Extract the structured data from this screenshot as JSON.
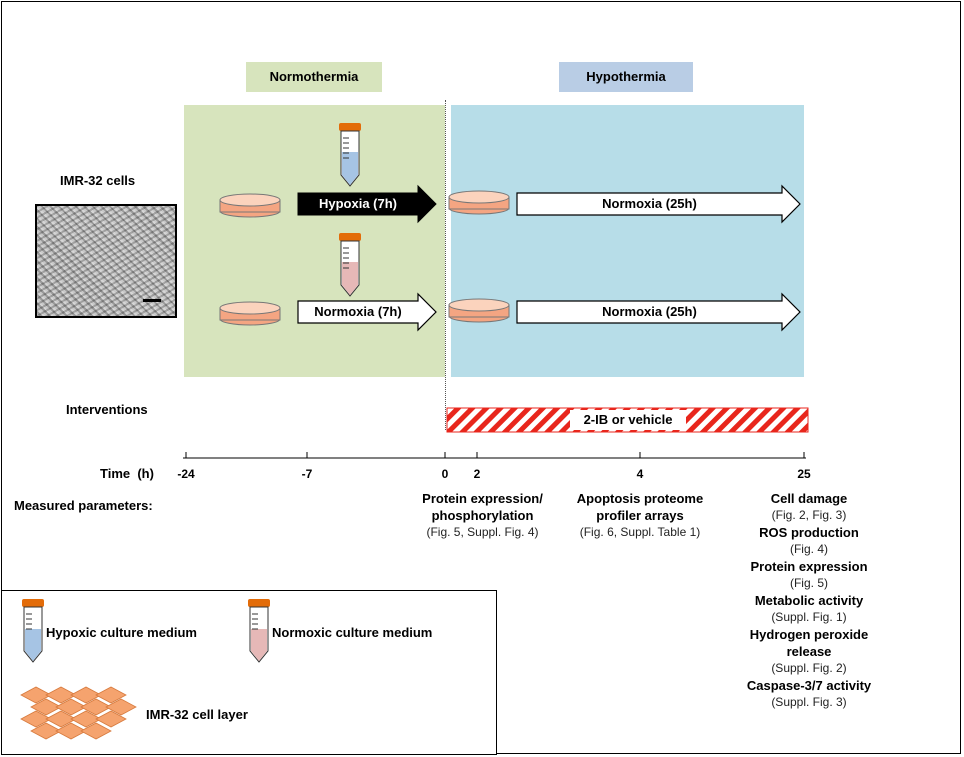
{
  "phases": {
    "normothermia": "Normothermia",
    "hypothermia": "Hypothermia"
  },
  "cells_label": "IMR-32 cells",
  "interventions_label": "Interventions",
  "intervention_bar": "2-IB or vehicle",
  "arrows": {
    "hypoxia_7h": "Hypoxia (7h)",
    "normoxia_7h": "Normoxia (7h)",
    "normoxia_25h_top": "Normoxia (25h)",
    "normoxia_25h_bottom": "Normoxia (25h)"
  },
  "time_axis": {
    "label": "Time  (h)",
    "ticks": [
      "-24",
      "-7",
      "0",
      "2",
      "4",
      "25"
    ]
  },
  "measured_label": "Measured parameters:",
  "params": {
    "col1": {
      "title": "Protein expression/ phosphorylation",
      "ref": "(Fig. 5, Suppl. Fig. 4)"
    },
    "col2": {
      "title": "Apoptosis proteome profiler arrays",
      "ref": "(Fig. 6, Suppl. Table 1)"
    },
    "col3": [
      {
        "title": "Cell damage",
        "ref": "(Fig. 2, Fig. 3)"
      },
      {
        "title": "ROS production",
        "ref": "(Fig. 4)"
      },
      {
        "title": "Protein expression",
        "ref": "(Fig. 5)"
      },
      {
        "title": "Metabolic activity",
        "ref": "(Suppl. Fig. 1)"
      },
      {
        "title": "Hydrogen peroxide release",
        "ref": "(Suppl. Fig. 2)"
      },
      {
        "title": "Caspase-3/7 activity",
        "ref": "(Suppl. Fig. 3)"
      }
    ]
  },
  "legend": {
    "hypoxic": "Hypoxic culture medium",
    "normoxic": "Normoxic culture medium",
    "cell_layer": "IMR-32 cell layer"
  },
  "colors": {
    "normothermia_bg": "#d7e4bd",
    "hypothermia_bg": "#b7dde8",
    "normothermia_label_bg": "#d7e4bd",
    "hypothermia_label_bg": "#b9cde5",
    "dish": "#f4a582",
    "hatch_red": "#e8261c",
    "tube_cap": "#e36c09",
    "hypoxic_medium": "#a6c4e4",
    "normoxic_medium": "#e6b8b7"
  }
}
